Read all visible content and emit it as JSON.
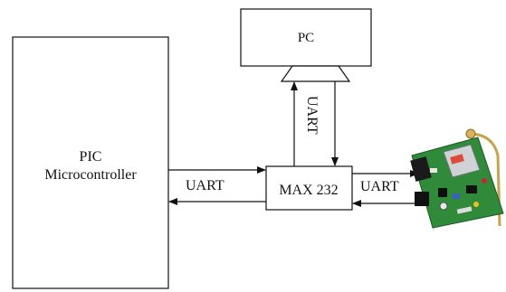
{
  "pic": {
    "line1": "PIC",
    "line2": "Microcontroller"
  },
  "pc": {
    "label": "PC"
  },
  "max232": {
    "label": "MAX 232"
  },
  "links": {
    "pic_max": "UART",
    "max_pc": "UART",
    "max_gsm": "UART"
  },
  "colors": {
    "stroke": "#111111",
    "pcb_green": "#2f8a3a",
    "antenna": "#c9a24a"
  },
  "icons": {
    "gsm_module": "gsm-module-board-image"
  }
}
